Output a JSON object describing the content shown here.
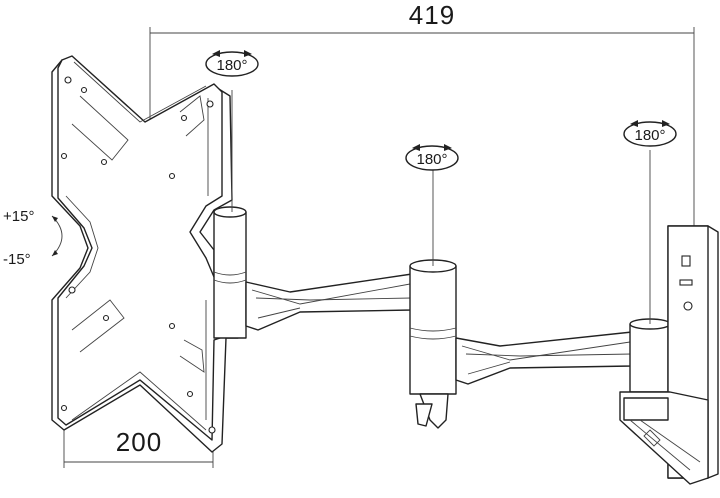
{
  "dimensions": {
    "total_width": "419",
    "vesa": "200"
  },
  "rotations": {
    "plate_pivot": "180°",
    "elbow_pivot": "180°",
    "wall_pivot": "180°"
  },
  "tilt": {
    "up": "+15°",
    "down": "-15°"
  }
}
